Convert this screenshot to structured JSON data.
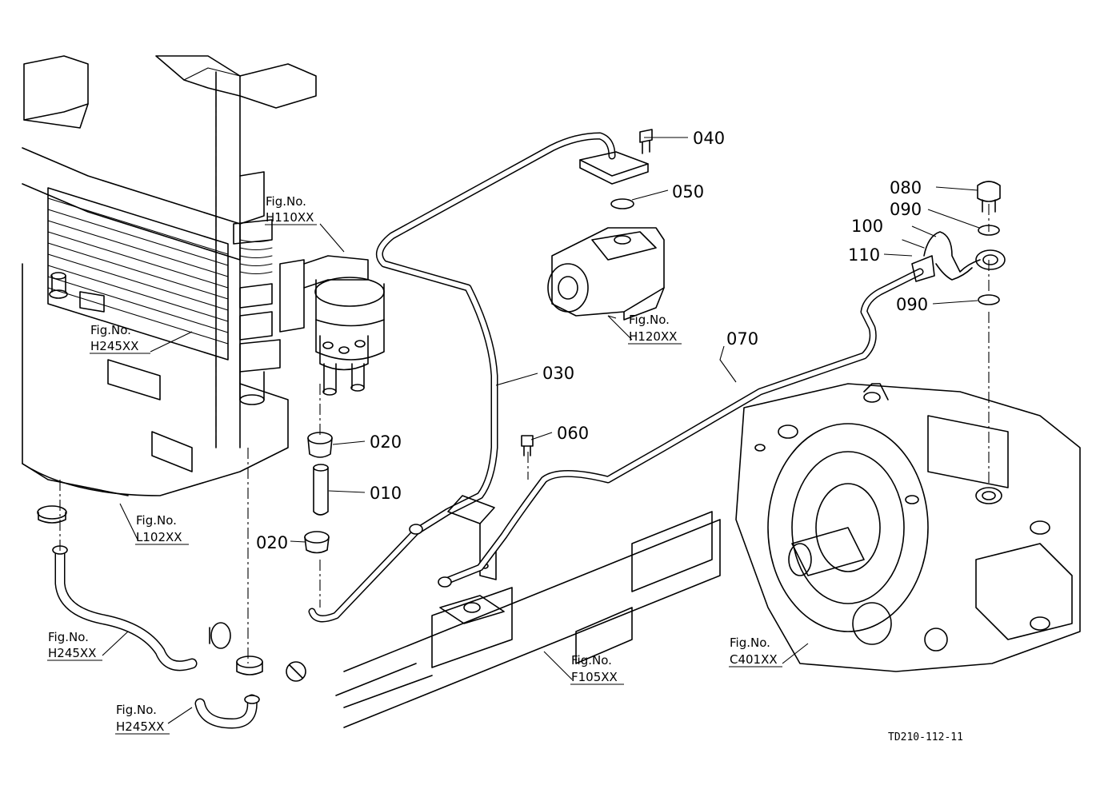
{
  "parts": {
    "p010": "010",
    "p020a": "020",
    "p020b": "020",
    "p030": "030",
    "p040": "040",
    "p050": "050",
    "p060": "060",
    "p070": "070",
    "p080": "080",
    "p090a": "090",
    "p090b": "090",
    "p100": "100",
    "p110": "110"
  },
  "figure_refs": {
    "h110": {
      "label": "Fig.No.",
      "code": "H110XX"
    },
    "h245_top": {
      "label": "Fig.No.",
      "code": "H245XX"
    },
    "l102": {
      "label": "Fig.No.",
      "code": "L102XX"
    },
    "h120": {
      "label": "Fig.No.",
      "code": "H120XX"
    },
    "h245_left": {
      "label": "Fig.No.",
      "code": "H245XX"
    },
    "h245_bottom": {
      "label": "Fig.No.",
      "code": "H245XX"
    },
    "f105": {
      "label": "Fig.No.",
      "code": "F105XX"
    },
    "c401": {
      "label": "Fig.No.",
      "code": "C401XX"
    }
  },
  "drawing_ref": "TD210-112-11"
}
